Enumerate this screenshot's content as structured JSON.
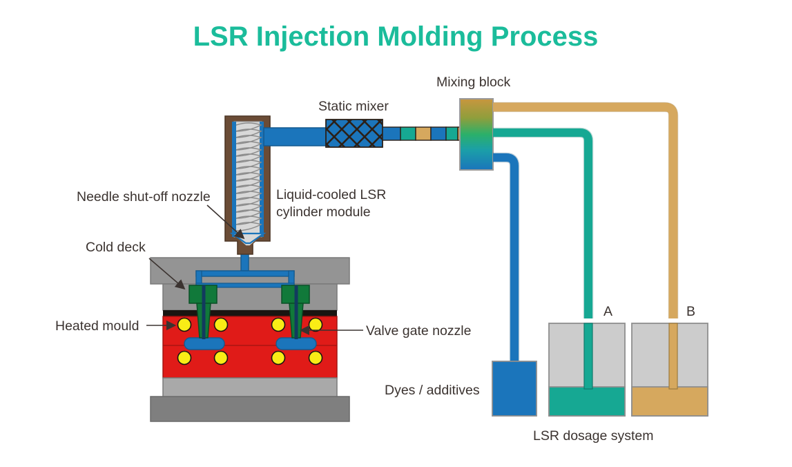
{
  "title": "LSR Injection Molding Process",
  "labels": {
    "static_mixer": "Static mixer",
    "mixing_block": "Mixing block",
    "needle_nozzle": "Needle shut-off nozzle",
    "cylinder_module_l1": "Liquid-cooled LSR",
    "cylinder_module_l2": "cylinder module",
    "cold_deck": "Cold deck",
    "heated_mould": "Heated mould",
    "valve_gate_nozzle": "Valve gate nozzle",
    "dyes_additives": "Dyes / additives",
    "lsr_dosage_system": "LSR dosage system",
    "drum_a": "A",
    "drum_b": "B"
  },
  "icons": {
    "arrow_head": "leader-arrow-icon",
    "screw": "screw-coil-icon",
    "lattice": "static-mixer-lattice-icon",
    "heater": "heater-pin-icon",
    "cavity": "mould-cavity-icon"
  },
  "colors": {
    "title_green": "#1bbc9b",
    "pipe_blue": "#1b75bb",
    "pipe_teal": "#16a893",
    "pipe_tan": "#d6a85e",
    "mould_red": "#e01b18",
    "heater_yellow": "#f9ec16",
    "valve_green": "#11793a",
    "plate_gray": "#949494",
    "plate_gray_light": "#a9a9a9",
    "plate_gray_dark": "#7f7f7f",
    "drum_gray": "#cccccc",
    "cylinder_brown": "#6b4c36",
    "screw_silver": "#d8d8d8",
    "outline": "#4a4a4a",
    "text": "#3b3330"
  },
  "mixing_block": {
    "gradient_stops": [
      "#c8963f",
      "#8f9e3c",
      "#2bb06a",
      "#1b9fa8",
      "#1b75bb"
    ],
    "outlet_pipes": [
      "tan",
      "teal",
      "blue"
    ]
  },
  "pipe_segments": [
    "blue",
    "teal",
    "tan",
    "blue",
    "teal",
    "tan"
  ],
  "dosage": {
    "dyes_tank_color": "blue",
    "drums": [
      {
        "name": "A",
        "fill_color": "teal"
      },
      {
        "name": "B",
        "fill_color": "tan"
      }
    ]
  },
  "mould": {
    "heater_rows": 2,
    "heaters_per_row": 4,
    "cavities": 2,
    "valve_gates": 2
  }
}
